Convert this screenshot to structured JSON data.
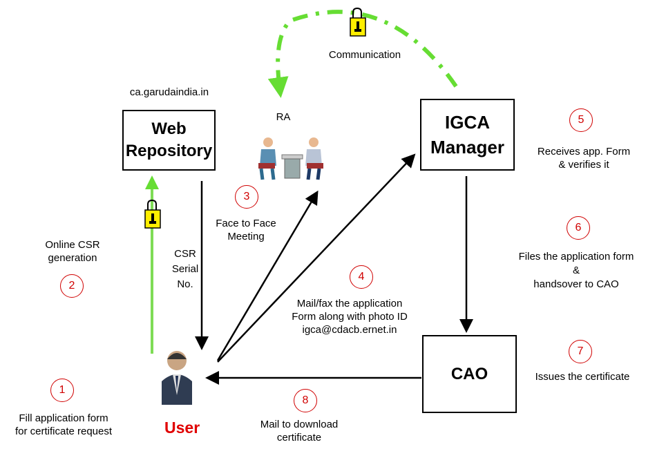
{
  "nodes": {
    "web_repository": {
      "label_line1": "Web",
      "label_line2": "Repository",
      "url": "ca.garudaindia.in"
    },
    "igca_manager": {
      "label_line1": "IGCA",
      "label_line2": "Manager"
    },
    "cao": {
      "label": "CAO"
    },
    "ra": {
      "label": "RA"
    },
    "user": {
      "label": "User"
    }
  },
  "edges": {
    "communication": "Communication",
    "online_csr_line1": "Online CSR",
    "online_csr_line2": "generation",
    "csr_serial_line1": "CSR",
    "csr_serial_line2": "Serial",
    "csr_serial_line3": "No.",
    "face_meeting_line1": "Face to Face",
    "face_meeting_line2": "Meeting",
    "mail_fax_line1": "Mail/fax the application",
    "mail_fax_line2": "Form along with photo ID",
    "mail_fax_line3": "igca@cdacb.ernet.in",
    "mail_download_line1": "Mail to download",
    "mail_download_line2": "certificate"
  },
  "steps": [
    {
      "number": "1",
      "line1": "Fill application form",
      "line2": "for certificate request"
    },
    {
      "number": "2"
    },
    {
      "number": "3"
    },
    {
      "number": "4"
    },
    {
      "number": "5",
      "line1": "Receives app. Form",
      "line2": "& verifies it"
    },
    {
      "number": "6",
      "line1": "Files the application form",
      "line2": "&",
      "line3": "handsover to CAO"
    },
    {
      "number": "7",
      "line1": "Issues the certificate"
    },
    {
      "number": "8"
    }
  ],
  "colors": {
    "step_number": "#d00000",
    "user_label": "#e00000",
    "secure_arrow": "#66dd33",
    "lock": "#ffee00"
  },
  "icons": [
    "lock-icon",
    "meeting-icon",
    "user-icon"
  ]
}
